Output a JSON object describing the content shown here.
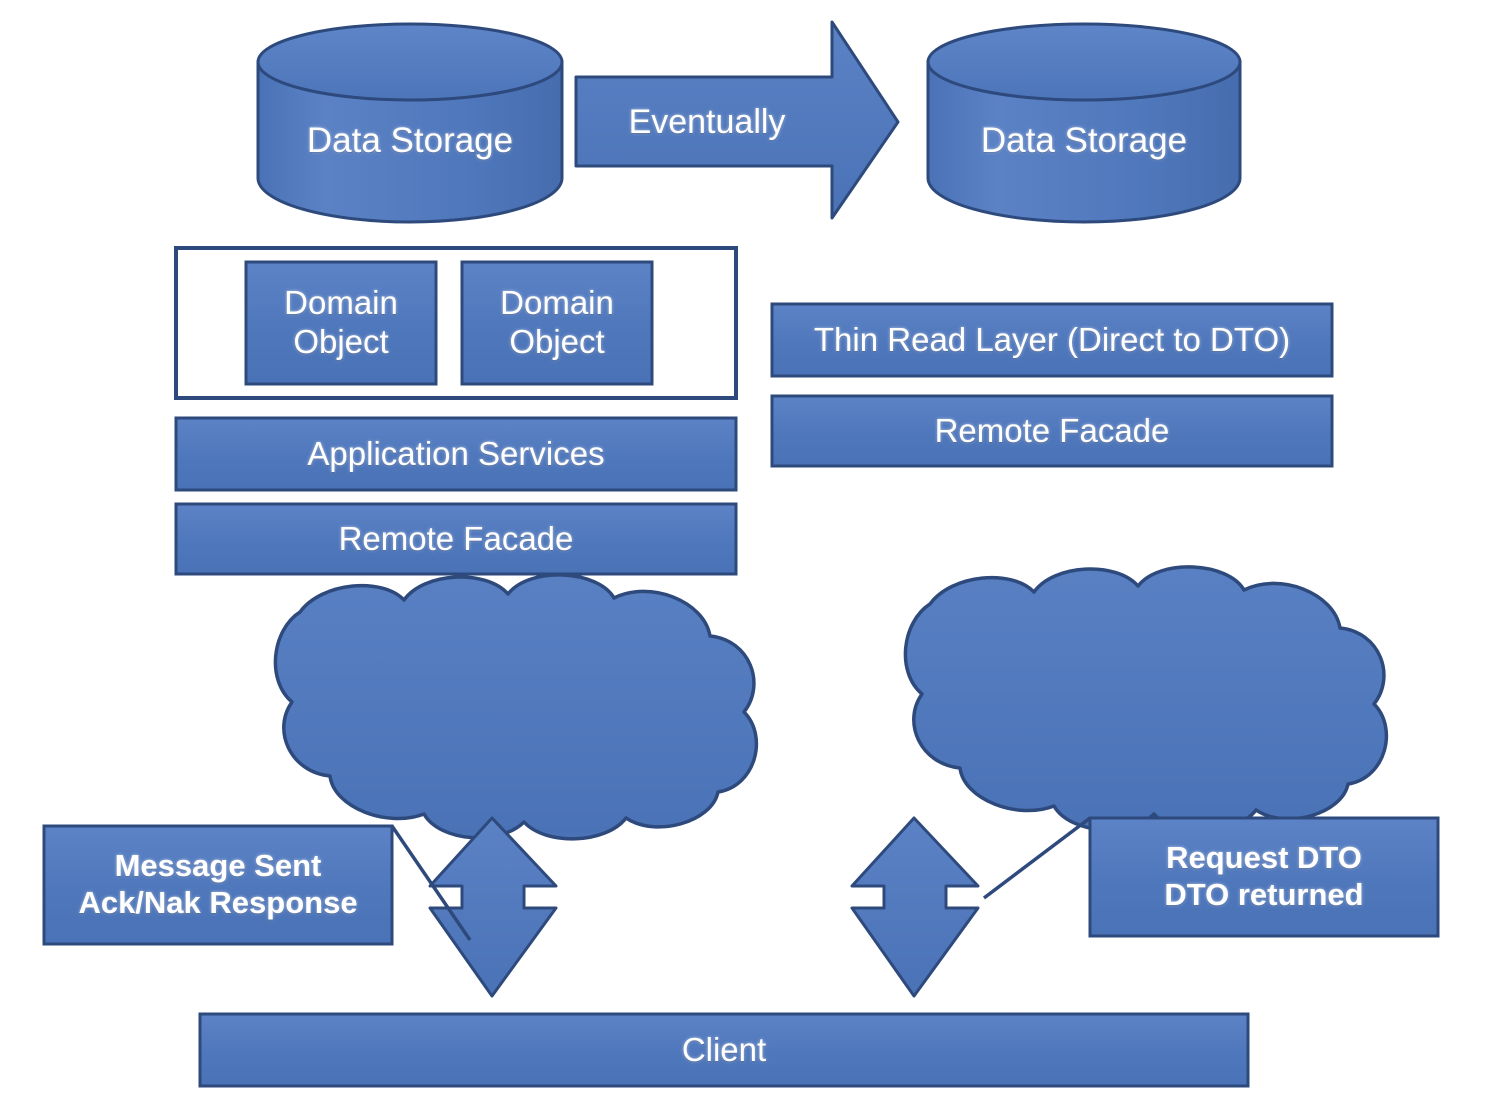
{
  "diagram": {
    "title": "CQRS Architecture Diagram",
    "colors": {
      "fill": "#4f77bb",
      "fill_light": "#5a81c4",
      "fill_dark": "#3f66a8",
      "stroke": "#2e4a7d",
      "text": "#ffffff",
      "background": "#ffffff"
    },
    "storage": {
      "write_store_label": "Data Storage",
      "read_store_label": "Data Storage",
      "sync_arrow_label": "Eventually"
    },
    "write_stack": {
      "domain_objects": [
        {
          "label": "Domain\nObject"
        },
        {
          "label": "Domain\nObject"
        }
      ],
      "layers": [
        {
          "label": "Application Services"
        },
        {
          "label": "Remote Facade"
        }
      ]
    },
    "read_stack": {
      "layers": [
        {
          "label": "Thin Read Layer (Direct to DTO)"
        },
        {
          "label": "Remote Facade"
        }
      ]
    },
    "transports": [
      {
        "name": "command-cloud"
      },
      {
        "name": "query-cloud"
      }
    ],
    "annotations": [
      {
        "label": "Message Sent\nAck/Nak Response"
      },
      {
        "label": "Request DTO\nDTO returned"
      }
    ],
    "client": {
      "label": "Client"
    }
  }
}
